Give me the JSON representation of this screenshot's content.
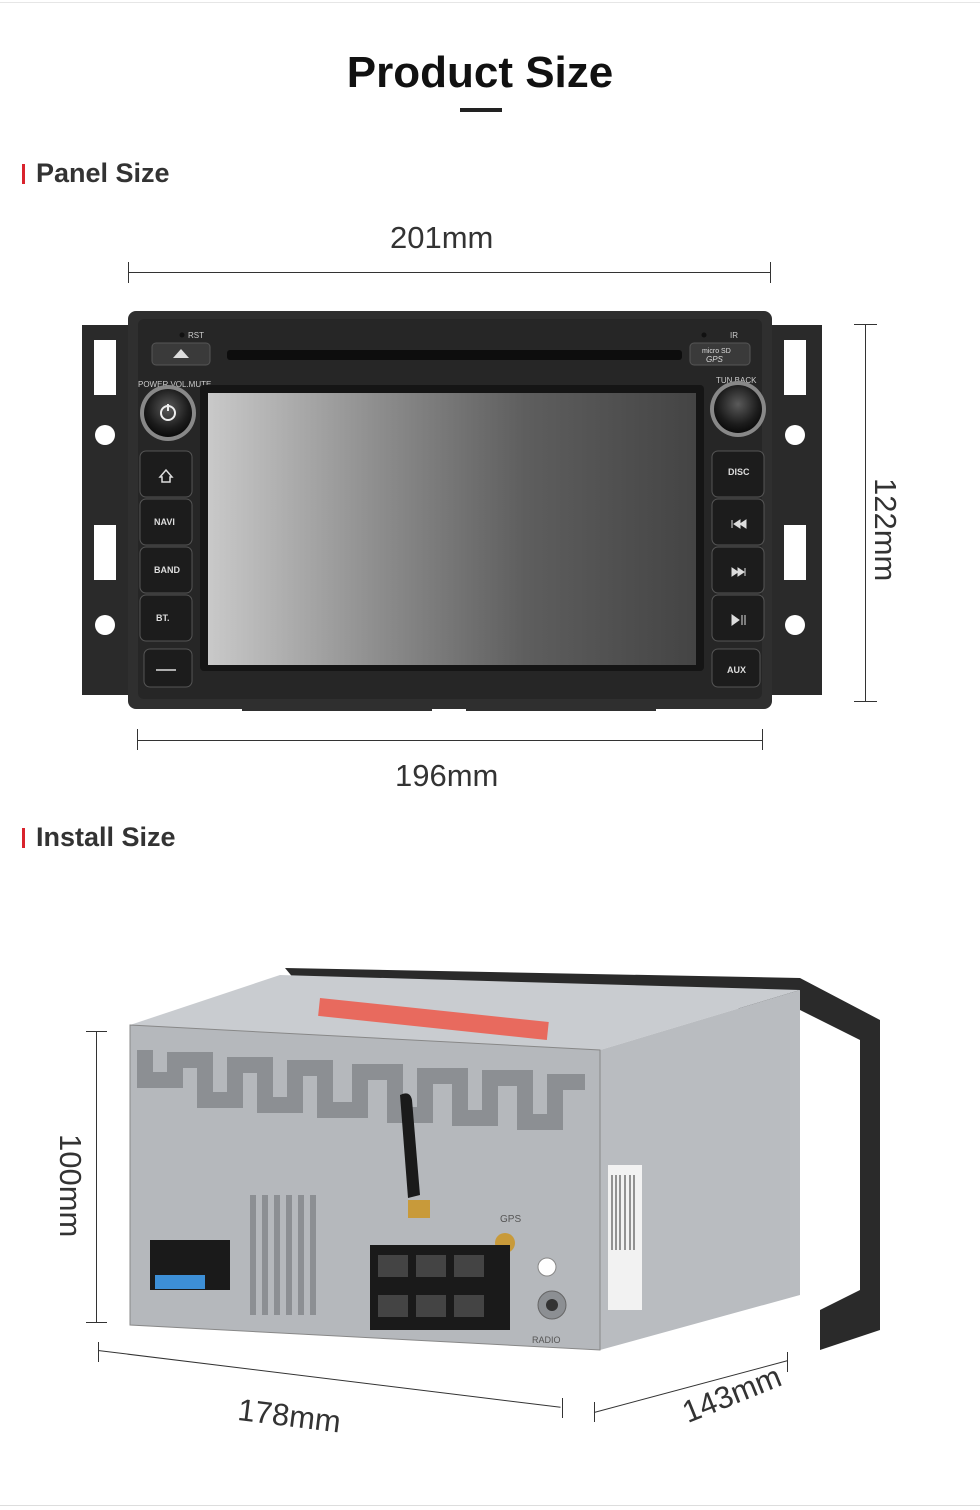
{
  "page": {
    "title": "Product Size"
  },
  "panel_section": {
    "label": "Panel Size",
    "width_top": "201mm",
    "width_bottom": "196mm",
    "height": "122mm",
    "device_labels": {
      "rst": "RST",
      "power_vol_mute": "POWER.VOL.MUTE",
      "tun_back": "TUN.BACK",
      "micro_sd": "micro SD",
      "gps": "GPS",
      "ir": "IR",
      "navi": "NAVI",
      "band": "BAND",
      "bt": "BT.",
      "disc": "DISC",
      "aux": "AUX"
    }
  },
  "install_section": {
    "label": "Install Size",
    "height": "100mm",
    "width": "178mm",
    "depth": "143mm",
    "device_labels": {
      "gps": "GPS",
      "radio": "RADIO"
    }
  },
  "colors": {
    "accent": "#d9232d",
    "text": "#333333"
  }
}
